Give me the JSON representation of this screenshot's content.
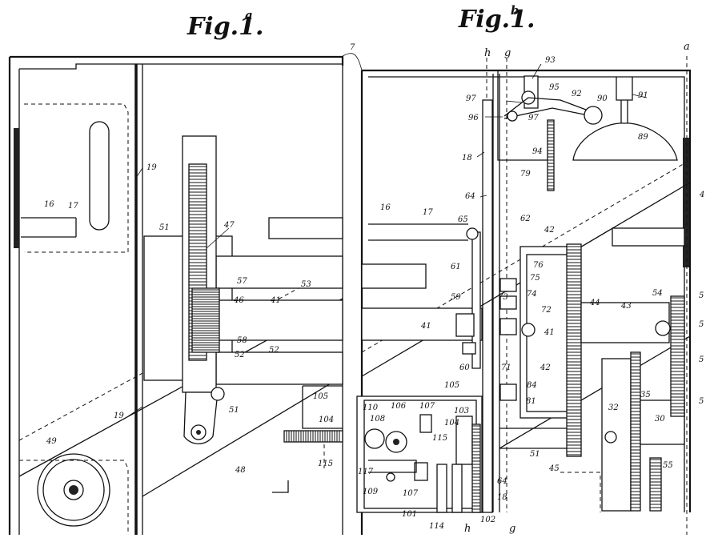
{
  "figures": [
    {
      "id": "1a",
      "base": "Fig.1.",
      "sup": "a"
    },
    {
      "id": "1b",
      "base": "Fig.1.",
      "sup": "b"
    }
  ],
  "labels": {
    "l7": "7",
    "l19a": "19",
    "l19b": "19",
    "l16a": "16",
    "l17a": "17",
    "l51a": "51",
    "l47": "47",
    "l53": "53",
    "l57": "57",
    "l46": "46",
    "l41a": "41",
    "l58": "58",
    "l52a": "52",
    "l52b": "52",
    "l51b": "51",
    "l49": "49",
    "l48": "48",
    "l105a": "105",
    "l104a": "104",
    "l115a": "115",
    "lh1": "h",
    "lg1": "g",
    "la1": "a",
    "l93": "93",
    "l95": "95",
    "l92": "92",
    "l90": "90",
    "l91": "91",
    "l97": "97",
    "l96": "96",
    "l97b": "97",
    "l89": "89",
    "l18a": "18",
    "l94": "94",
    "l79": "79",
    "l64a": "64",
    "l16b": "16",
    "l17b": "17",
    "l65": "65",
    "l62": "62",
    "l42a": "42",
    "l76": "76",
    "l61": "61",
    "l75": "75",
    "l73": "73",
    "l74": "74",
    "l72": "72",
    "l44": "44",
    "l59": "59",
    "l41b": "41",
    "l41c": "41",
    "l43": "43",
    "l54": "54",
    "l60": "60",
    "l71": "71",
    "l42b": "42",
    "l84": "84",
    "l81": "81",
    "l105b": "105",
    "l103": "103",
    "l110": "110",
    "l108": "108",
    "l106": "106",
    "l107a": "107",
    "l104b": "104",
    "l115b": "115",
    "l117": "117",
    "l109": "109",
    "l107b": "107",
    "l101": "101",
    "l114": "114",
    "l102": "102",
    "lh2": "h",
    "lg2": "g",
    "l64b": "64",
    "l18b": "18",
    "l51c": "51",
    "l45": "45",
    "l32": "32",
    "l35": "35",
    "l30": "30",
    "l55": "55",
    "l4a": "4",
    "l5a": "5",
    "l5b": "5",
    "l5c": "5",
    "l5d": "5"
  }
}
